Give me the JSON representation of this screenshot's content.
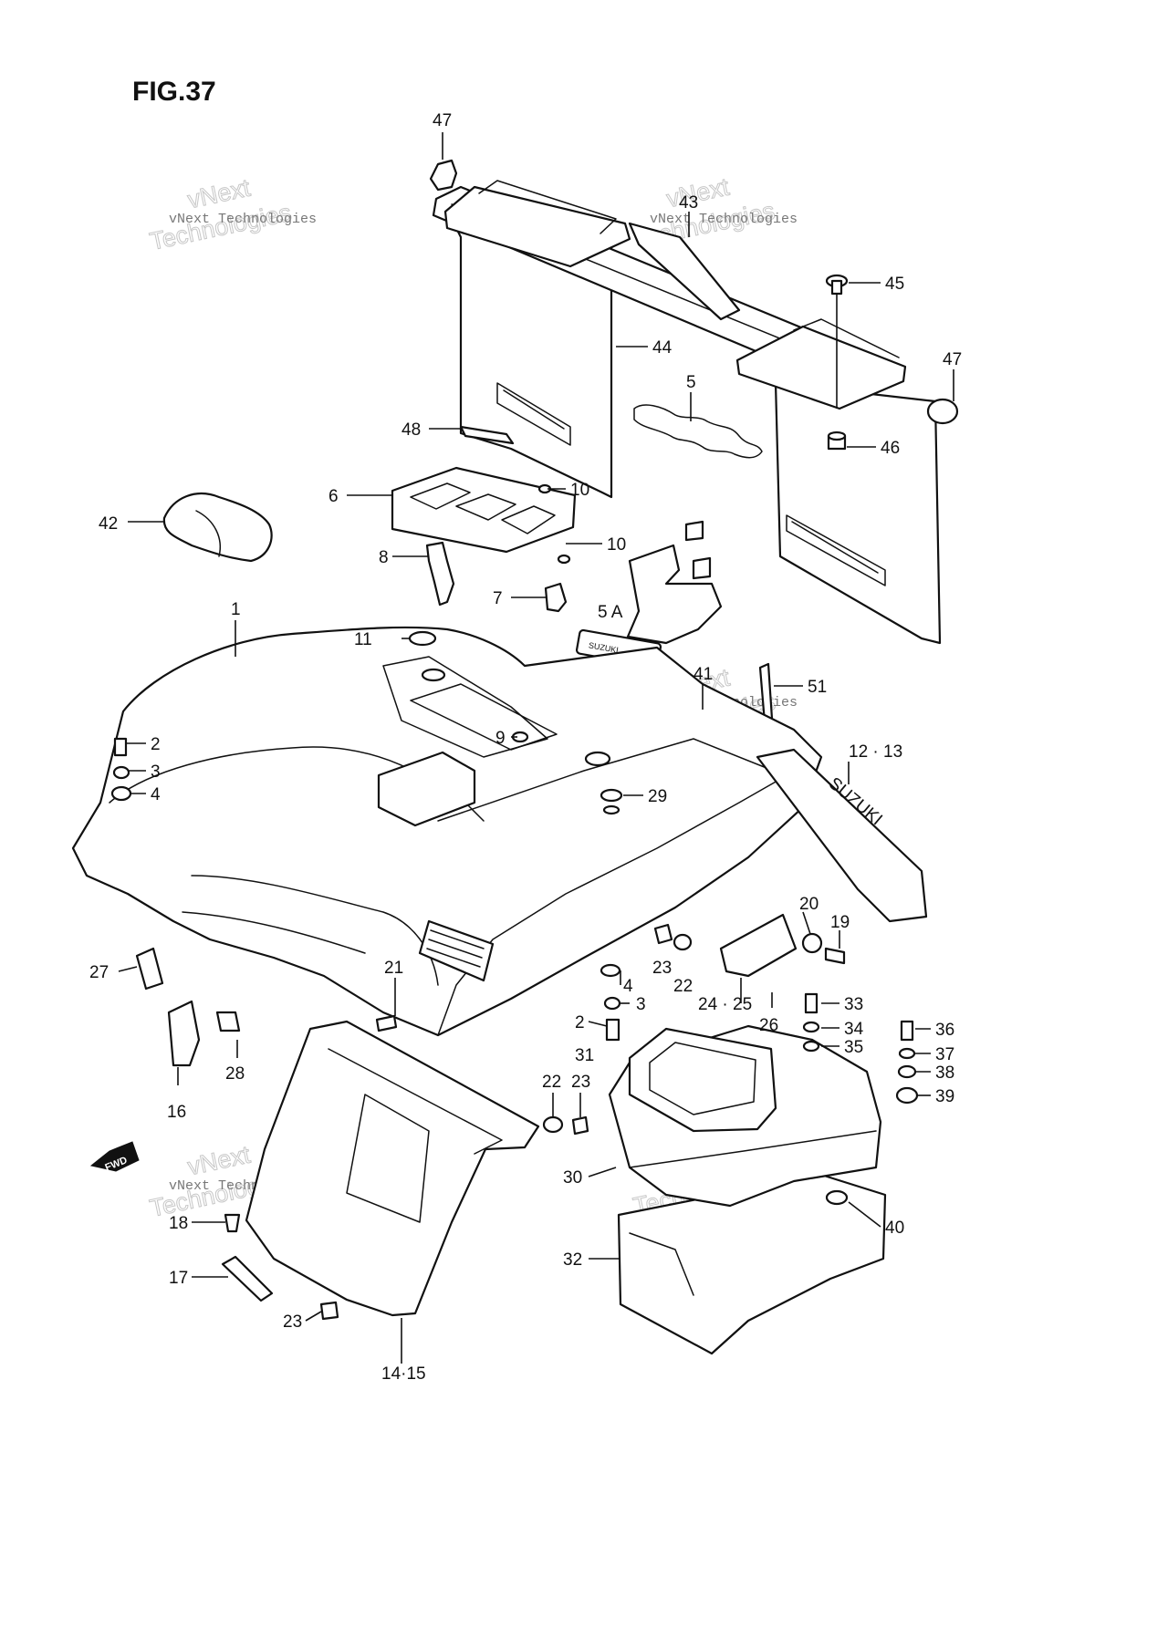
{
  "figure": {
    "title": "FIG.37",
    "fwd_label": "FWD"
  },
  "watermark": {
    "line1": "vNext",
    "line2": "vNext Technologies",
    "line3": "Technologies"
  },
  "decals": {
    "brand_small": "SUZUKI",
    "brand_large": "SUZUKI"
  },
  "callouts": [
    "47",
    "43",
    "45",
    "44",
    "5",
    "47",
    "46",
    "48",
    "10",
    "6",
    "42",
    "8",
    "10",
    "7",
    "5 A",
    "1",
    "11",
    "41",
    "51",
    "2",
    "3",
    "4",
    "9",
    "12 · 13",
    "29",
    "20",
    "19",
    "27",
    "21",
    "23",
    "22",
    "4",
    "3",
    "2",
    "31",
    "24 · 25",
    "26",
    "33",
    "34",
    "35",
    "36",
    "37",
    "38",
    "39",
    "28",
    "16",
    "22",
    "23",
    "30",
    "40",
    "18",
    "17",
    "32",
    "23",
    "14·15"
  ]
}
